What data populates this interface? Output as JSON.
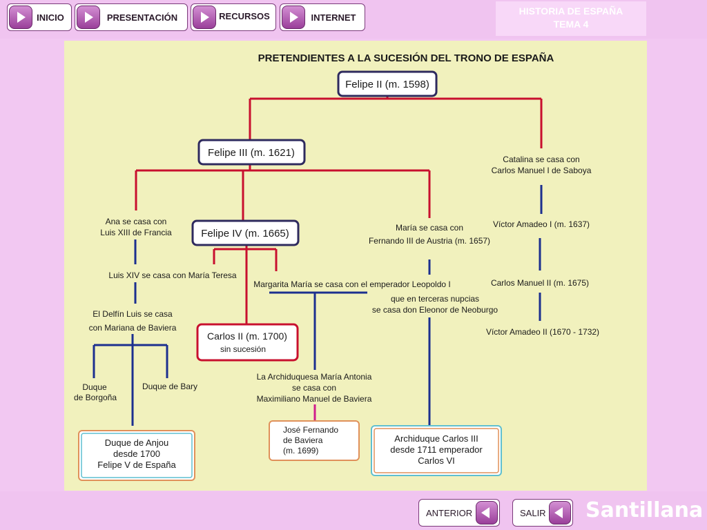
{
  "nav": {
    "inicio": "INICIO",
    "presentacion": "PRESENTACIÓN",
    "recursos": "RECURSOS",
    "internet": "INTERNET"
  },
  "header": {
    "line1": "HISTORIA DE ESPAÑA",
    "line2": "TEMA 4"
  },
  "diagram": {
    "title": "PRETENDIENTES A LA SUCESIÓN DEL TRONO DE ESPAÑA",
    "felipe2": "Felipe II (m. 1598)",
    "felipe3": "Felipe III (m. 1621)",
    "catalina1": "Catalina se casa con",
    "catalina2": "Carlos Manuel I de Saboya",
    "ana1": "Ana se casa con",
    "ana2": "Luis XIII de Francia",
    "felipe4": "Felipe IV  (m. 1665)",
    "maria1": "María se casa con",
    "maria2": "Fernando III de Austria (m. 1657)",
    "victor1": "Víctor Amadeo I (m. 1637)",
    "luis14": "Luis XIV se casa con María Teresa",
    "margarita": "Margarita María se casa con el emperador Leopoldo I",
    "carlosm2": "Carlos Manuel II (m. 1675)",
    "terceras1": "que en terceras nupcias",
    "terceras2": "se casa don Eleonor de Neoburgo",
    "delfin1": "El Delfín Luis se casa",
    "delfin2": "con Mariana de Baviera",
    "victor2": "Víctor Amadeo II (1670 - 1732)",
    "carlos2a": "Carlos II (m. 1700)",
    "carlos2b": "sin sucesión",
    "borgona1": "Duque",
    "borgona2": "de Borgoña",
    "bary": "Duque de Bary",
    "archi1": "La Archiduquesa María Antonia",
    "archi2": "se casa con",
    "archi3": "Maximiliano Manuel de Baviera",
    "jose1": "José Fernando",
    "jose2": "de Baviera",
    "jose3": "(m. 1699)",
    "anjou1": "Duque de Anjou",
    "anjou2": "desde 1700",
    "anjou3": "Felipe V de España",
    "carlos3a": "Archiduque Carlos III",
    "carlos3b": "desde 1711 emperador",
    "carlos3c": "Carlos VI"
  },
  "footer": {
    "anterior": "ANTERIOR",
    "salir": "SALIR",
    "brand": "Santillana"
  },
  "colors": {
    "red": "#c8102e",
    "blue": "#1c2f8f",
    "pink": "#d01d8c",
    "teal": "#5fbfd0",
    "orange": "#e0905a"
  }
}
